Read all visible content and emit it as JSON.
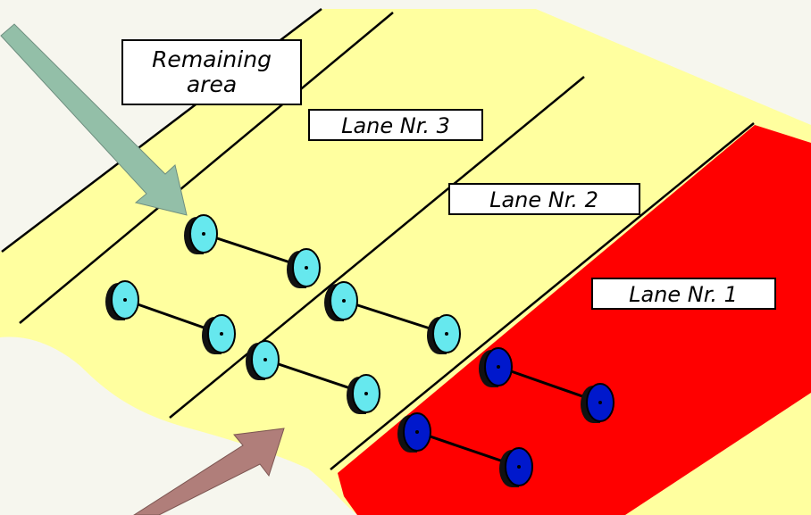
{
  "labels": {
    "remaining_line1": "Remaining",
    "remaining_line2": "area",
    "lane3": "Lane Nr. 3",
    "lane2": "Lane  Nr. 2",
    "lane1": "Lane Nr. 1"
  },
  "colors": {
    "background": "#f6f6ee",
    "road_surface": "#ffff9f",
    "lane1_fill": "#ff0000",
    "axle_wheel_lane2_3": "#66e8ee",
    "axle_wheel_lane1": "#0018cc",
    "arrow_top": "#93bfa8",
    "arrow_bottom": "#b07e7a"
  }
}
